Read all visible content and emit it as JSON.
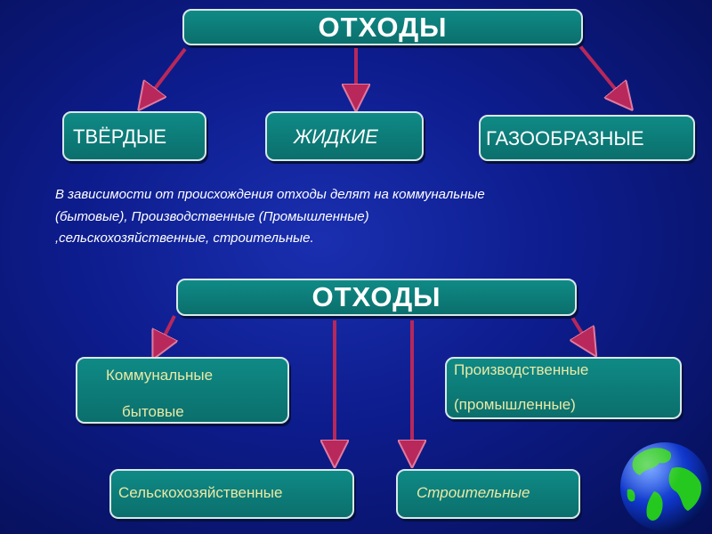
{
  "top": {
    "title": "ОТХОДЫ",
    "categories": [
      "ТВЁРДЫЕ",
      "ЖИДКИЕ",
      "ГАЗООБРАЗНЫЕ"
    ]
  },
  "description": {
    "line1": "В зависимости от происхождения отходы делят на коммунальные",
    "line2": "(бытовые), Производственные (Промышленные)",
    "line3": ",сельскохозяйственные, строительные."
  },
  "bottom": {
    "title": "ОТХОДЫ",
    "communal": {
      "line1": "Коммунальные",
      "line2": "бытовые"
    },
    "industrial": {
      "line1": "Производственные",
      "line2": "(промышленные)"
    },
    "agricultural": "Сельскохозяйственные",
    "construction": "Строительные"
  },
  "colors": {
    "box_fill": "#0f8a86",
    "arrow": "#b8285a",
    "sub_text": "#e9e9a6",
    "background": "#0d1c8c"
  },
  "icons": [
    "globe-icon"
  ]
}
